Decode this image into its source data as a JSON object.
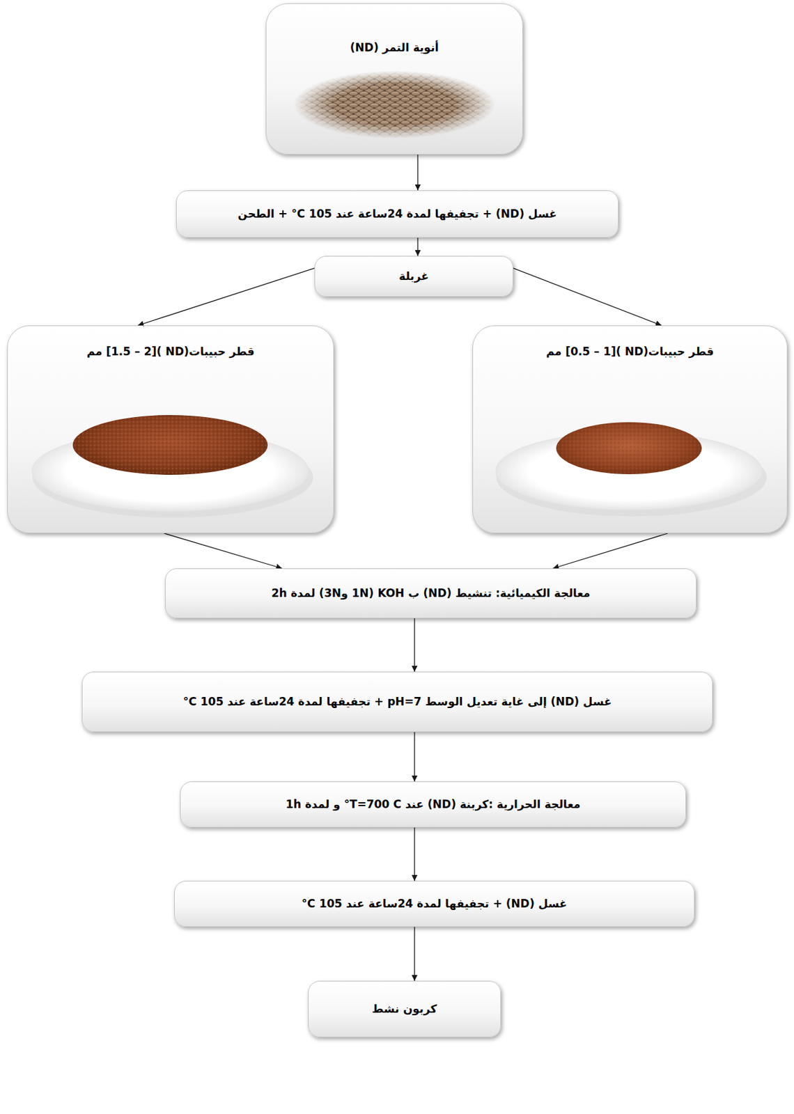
{
  "diagram": {
    "nodes": [
      {
        "text": [
          "أنوية التمر (ND)"
        ]
      },
      {
        "text": [
          "غسل (ND) + تجفيفها لمدة 24ساعة عند 105 C° + الطحن"
        ]
      },
      {
        "text": [
          "غربلة"
        ]
      },
      {
        "text": [
          "قطر حبيبات(ND )[0.5 – 1] مم"
        ]
      },
      {
        "text": [
          "قطر حبيبات(ND )[1.5 – 2] مم"
        ]
      },
      {
        "text": [
          "معالجة الكيميائية: تنشيط (ND) ب KOH (1N و3N) لمدة 2h"
        ]
      },
      {
        "text": [
          "غسل (ND) إلى غاية تعديل الوسط pH=7 + تجفيفها لمدة 24ساعة عند 105 C°"
        ]
      },
      {
        "text": [
          "معالجة الحرارية :كربنة (ND) عند T=700 C° و لمدة 1h"
        ]
      },
      {
        "text": [
          "غسل (ND) + تجفيفها لمدة 24ساعة عند 105 C°"
        ]
      },
      {
        "text": [
          "كربون نشط"
        ]
      }
    ],
    "edges": [
      {
        "from": 0,
        "to": 1,
        "arrow": "to"
      },
      {
        "from": 1,
        "to": 2,
        "arrow": "to"
      },
      {
        "from": 2,
        "to": 3,
        "arrow": "to"
      },
      {
        "from": 2,
        "to": 4,
        "arrow": "to"
      },
      {
        "from": 3,
        "to": 5,
        "arrow": "to"
      },
      {
        "from": 4,
        "to": 5,
        "arrow": "to"
      },
      {
        "from": 5,
        "to": 6,
        "arrow": "to"
      },
      {
        "from": 6,
        "to": 7,
        "arrow": "to"
      },
      {
        "from": 7,
        "to": 8,
        "arrow": "to"
      },
      {
        "from": 8,
        "to": 9,
        "arrow": "to"
      }
    ]
  }
}
